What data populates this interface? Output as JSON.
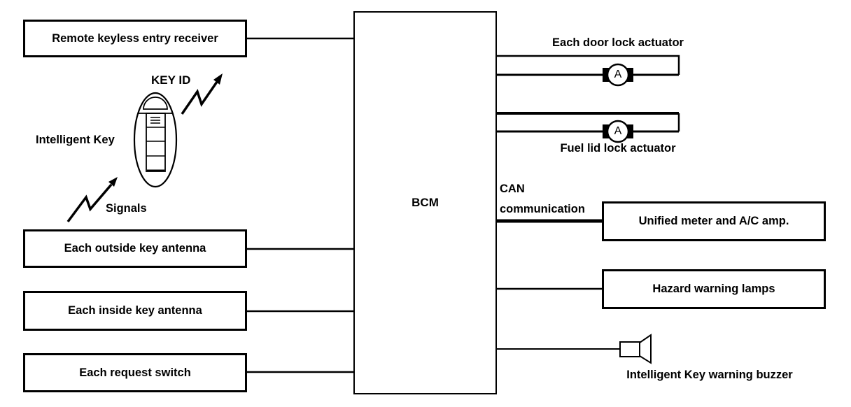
{
  "diagram": {
    "bcm": {
      "label": "BCM"
    },
    "inputs": [
      {
        "label": "Remote keyless entry receiver"
      },
      {
        "label": "Each outside key antenna"
      },
      {
        "label": "Each inside key antenna"
      },
      {
        "label": "Each request switch"
      }
    ],
    "intelligent_key": {
      "key_id": "KEY ID",
      "label": "Intelligent Key",
      "signals": "Signals"
    },
    "outputs": {
      "door_lock": "Each door lock actuator",
      "fuel_lid": "Fuel lid lock actuator",
      "can_line1": "CAN",
      "can_line2": "communication",
      "unified_meter": "Unified meter and A/C amp.",
      "hazard": "Hazard warning lamps",
      "buzzer": "Intelligent Key warning buzzer",
      "actuator_letter": "A"
    },
    "colors": {
      "stroke": "#000000",
      "background": "#ffffff"
    }
  }
}
